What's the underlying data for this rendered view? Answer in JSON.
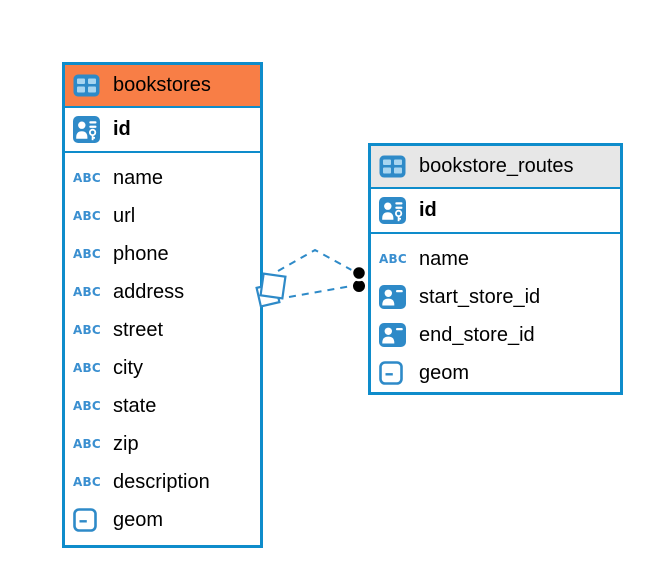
{
  "diagram": {
    "background": "#ffffff",
    "type_icon_label": "ABC",
    "colors": {
      "table_border": "#0e8ccb",
      "icon_blue": "#2e8ac8",
      "bookstores_header": "#f87e46",
      "routes_header": "#e7e7e7",
      "relationship_line": "#2e8ac8",
      "endpoint_dot": "#000000"
    },
    "tables": {
      "bookstores": {
        "title": "bookstores",
        "icon": "table-icon",
        "primary_key": {
          "name": "id",
          "icon": "primary-key-icon"
        },
        "columns": [
          {
            "name": "name",
            "icon": "text-type-icon"
          },
          {
            "name": "url",
            "icon": "text-type-icon"
          },
          {
            "name": "phone",
            "icon": "text-type-icon"
          },
          {
            "name": "address",
            "icon": "text-type-icon"
          },
          {
            "name": "street",
            "icon": "text-type-icon"
          },
          {
            "name": "city",
            "icon": "text-type-icon"
          },
          {
            "name": "state",
            "icon": "text-type-icon"
          },
          {
            "name": "zip",
            "icon": "text-type-icon"
          },
          {
            "name": "description",
            "icon": "text-type-icon"
          },
          {
            "name": "geom",
            "icon": "geometry-type-icon"
          }
        ]
      },
      "bookstore_routes": {
        "title": "bookstore_routes",
        "icon": "table-icon",
        "primary_key": {
          "name": "id",
          "icon": "primary-key-icon"
        },
        "columns": [
          {
            "name": "name",
            "icon": "text-type-icon"
          },
          {
            "name": "start_store_id",
            "icon": "reference-icon"
          },
          {
            "name": "end_store_id",
            "icon": "reference-icon"
          },
          {
            "name": "geom",
            "icon": "geometry-type-icon"
          }
        ]
      }
    },
    "relationship": {
      "style": "dashed",
      "from_table": "bookstores",
      "to_table": "bookstore_routes",
      "source_marker": "overlapping-squares",
      "target_marker": "two-black-dots"
    }
  }
}
